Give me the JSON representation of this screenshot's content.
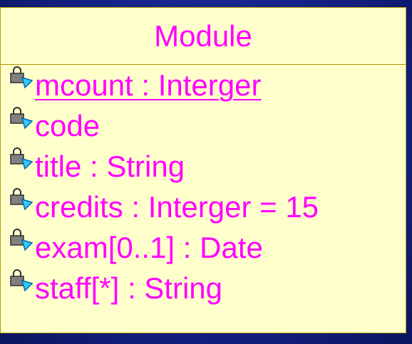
{
  "class": {
    "name": "Module",
    "attributes": [
      {
        "text": "mcount : Interger",
        "static": true,
        "icon": "private-lock-icon"
      },
      {
        "text": "code",
        "static": false,
        "icon": "private-lock-icon"
      },
      {
        "text": "title : String",
        "static": false,
        "icon": "private-lock-icon"
      },
      {
        "text": "credits : Interger = 15",
        "static": false,
        "icon": "private-lock-icon"
      },
      {
        "text": "exam[0..1] : Date",
        "static": false,
        "icon": "private-lock-icon"
      },
      {
        "text": "staff[*] : String",
        "static": false,
        "icon": "private-lock-icon"
      }
    ]
  },
  "colors": {
    "background": "#15238a",
    "box_fill": "#ffffcc",
    "text": "#ff00ff"
  }
}
